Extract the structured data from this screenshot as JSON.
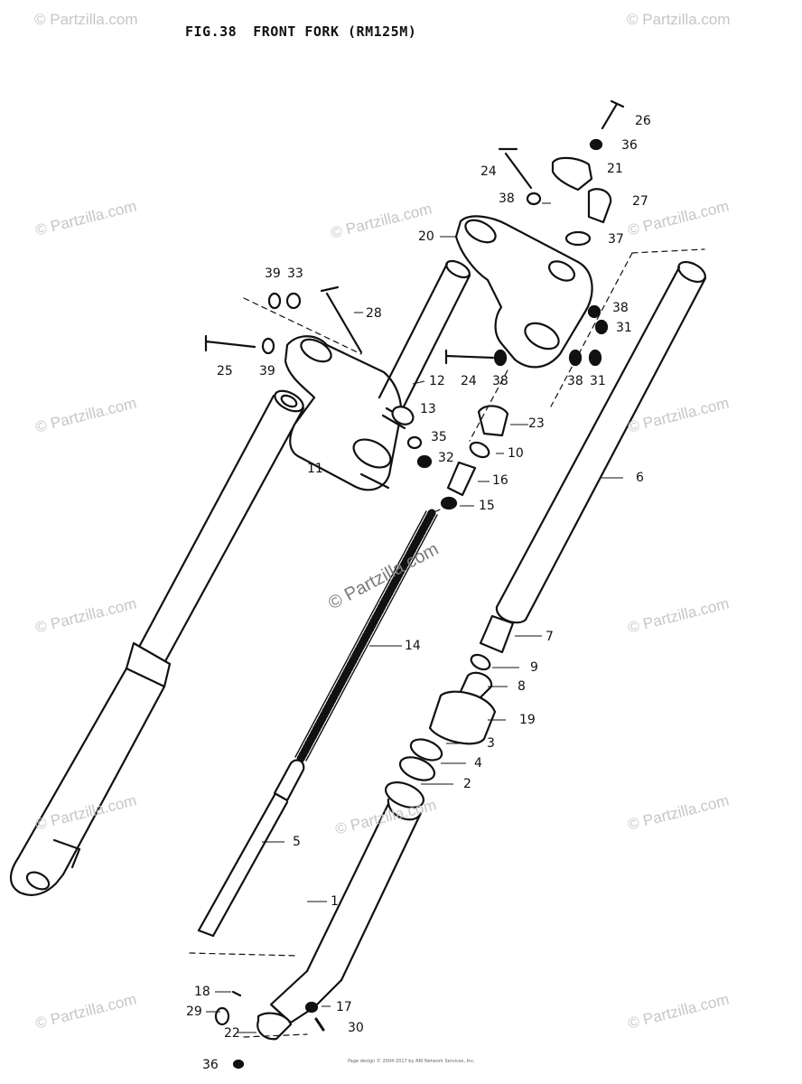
{
  "title": {
    "fig": "FIG.38",
    "text": "FRONT FORK (RM125M)"
  },
  "watermark": "© Partzilla.com",
  "footer": "Page design © 2004-2017 by ARI Network Services, Inc.",
  "callouts": [
    {
      "id": "c26",
      "text": "26"
    },
    {
      "id": "c36a",
      "text": "36"
    },
    {
      "id": "c24a",
      "text": "24"
    },
    {
      "id": "c21",
      "text": "21"
    },
    {
      "id": "c38a",
      "text": "38"
    },
    {
      "id": "c27",
      "text": "27"
    },
    {
      "id": "c20",
      "text": "20"
    },
    {
      "id": "c37",
      "text": "37"
    },
    {
      "id": "c39a",
      "text": "39"
    },
    {
      "id": "c33",
      "text": "33"
    },
    {
      "id": "c28",
      "text": "28"
    },
    {
      "id": "c38b",
      "text": "38"
    },
    {
      "id": "c31a",
      "text": "31"
    },
    {
      "id": "c25",
      "text": "25"
    },
    {
      "id": "c39b",
      "text": "39"
    },
    {
      "id": "c12",
      "text": "12"
    },
    {
      "id": "c24b",
      "text": "24"
    },
    {
      "id": "c38c",
      "text": "38"
    },
    {
      "id": "c38d",
      "text": "38"
    },
    {
      "id": "c31b",
      "text": "31"
    },
    {
      "id": "c13",
      "text": "13"
    },
    {
      "id": "c23",
      "text": "23"
    },
    {
      "id": "c35",
      "text": "35"
    },
    {
      "id": "c10",
      "text": "10"
    },
    {
      "id": "c32",
      "text": "32"
    },
    {
      "id": "c11",
      "text": "11"
    },
    {
      "id": "c16",
      "text": "16"
    },
    {
      "id": "c6",
      "text": "6"
    },
    {
      "id": "c15",
      "text": "15"
    },
    {
      "id": "c14",
      "text": "14"
    },
    {
      "id": "c7",
      "text": "7"
    },
    {
      "id": "c9",
      "text": "9"
    },
    {
      "id": "c8",
      "text": "8"
    },
    {
      "id": "c19",
      "text": "19"
    },
    {
      "id": "c3",
      "text": "3"
    },
    {
      "id": "c4",
      "text": "4"
    },
    {
      "id": "c2",
      "text": "2"
    },
    {
      "id": "c5",
      "text": "5"
    },
    {
      "id": "c1",
      "text": "1"
    },
    {
      "id": "c18",
      "text": "18"
    },
    {
      "id": "c29",
      "text": "29"
    },
    {
      "id": "c17",
      "text": "17"
    },
    {
      "id": "c22",
      "text": "22"
    },
    {
      "id": "c30",
      "text": "30"
    },
    {
      "id": "c36b",
      "text": "36"
    }
  ]
}
